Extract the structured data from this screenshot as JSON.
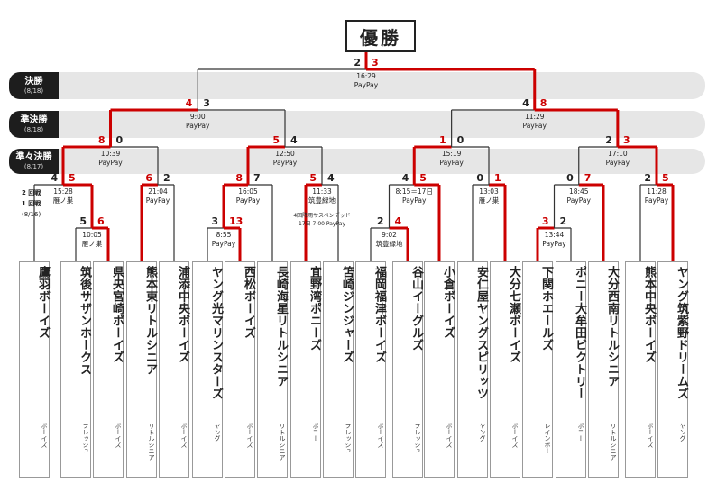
{
  "title": "優勝",
  "rounds": [
    {
      "name": "決勝",
      "date": "(8/18)"
    },
    {
      "name": "準決勝",
      "date": "(8/18)"
    },
    {
      "name": "準々決勝",
      "date": "(8/17)"
    }
  ],
  "early_round_labels": {
    "second": "2 回戦",
    "first": "1 回戦",
    "date": "(8/16)"
  },
  "teams": [
    {
      "name": "鷹羽ボーイズ",
      "league": "ボーイズ"
    },
    {
      "name": "筑後サザンホークス",
      "league": "フレッシュ"
    },
    {
      "name": "県央宮崎ボーイズ",
      "league": "ボーイズ"
    },
    {
      "name": "熊本東リトルシニア",
      "league": "リトルシニア"
    },
    {
      "name": "浦添中央ボーイズ",
      "league": "ボーイズ"
    },
    {
      "name": "ヤング光マリンスターズ",
      "league": "ヤング"
    },
    {
      "name": "西松ボーイズ",
      "league": "ボーイズ"
    },
    {
      "name": "長崎海星リトルシニア",
      "league": "リトルシニア"
    },
    {
      "name": "宜野湾ポニーズ",
      "league": "ポニー"
    },
    {
      "name": "笘崎ジンジャーズ",
      "league": "フレッシュ"
    },
    {
      "name": "福岡福津ボーイズ",
      "league": "ボーイズ"
    },
    {
      "name": "谷山イーグルズ",
      "league": "フレッシュ"
    },
    {
      "name": "小倉ボーイズ",
      "league": "ボーイズ"
    },
    {
      "name": "安仁屋ヤングスピリッツ",
      "league": "ヤング"
    },
    {
      "name": "大分七瀬ボーイズ",
      "league": "ボーイズ"
    },
    {
      "name": "下関ホエールズ",
      "league": "レインボー"
    },
    {
      "name": "ポニー大牟田ビクトリー",
      "league": "ポニー"
    },
    {
      "name": "大分西南リトルシニア",
      "league": "リトルシニア"
    },
    {
      "name": "熊本中央ボーイズ",
      "league": "ボーイズ"
    },
    {
      "name": "ヤング筑紫野ドリームズ",
      "league": "ヤング"
    }
  ],
  "games": {
    "f": {
      "time": "16:29",
      "venue": "PayPay",
      "left": "2",
      "right": "3"
    },
    "sfL": {
      "time": "9:00",
      "venue": "PayPay",
      "left": "4",
      "right": "3"
    },
    "sfR": {
      "time": "11:29",
      "venue": "PayPay",
      "left": "4",
      "right": "8"
    },
    "qf1": {
      "time": "10:39",
      "venue": "PayPay",
      "left": "8",
      "right": "0"
    },
    "qf2": {
      "time": "12:50",
      "venue": "PayPay",
      "left": "5",
      "right": "4"
    },
    "qf3": {
      "time": "15:19",
      "venue": "PayPay",
      "left": "1",
      "right": "0"
    },
    "qf4": {
      "time": "17:10",
      "venue": "PayPay",
      "left": "2",
      "right": "3"
    },
    "r2a": {
      "time": "15:28",
      "venue": "雁ノ巣",
      "left": "4",
      "right": "5"
    },
    "r2b": {
      "time": "21:04",
      "venue": "PayPay",
      "left": "6",
      "right": "2"
    },
    "r2c": {
      "time": "16:05",
      "venue": "PayPay",
      "left": "8",
      "right": "7"
    },
    "r2d": {
      "time": "11:33",
      "venue": "筑豊緑地",
      "left": "5",
      "right": "4",
      "note": "4回降雨サスペンデッド",
      "note2": "17日 7:00 PayPay"
    },
    "r2e": {
      "time": "8:15＝17日",
      "venue": "PayPay",
      "left": "4",
      "right": "5"
    },
    "r2f": {
      "time": "13:03",
      "venue": "雁ノ巣",
      "left": "0",
      "right": "1"
    },
    "r2g": {
      "time": "18:45",
      "venue": "PayPay",
      "left": "0",
      "right": "7"
    },
    "r2h": {
      "time": "11:28",
      "venue": "PayPay",
      "left": "2",
      "right": "5"
    },
    "r1a": {
      "time": "10:05",
      "venue": "雁ノ巣",
      "left": "5",
      "right": "6"
    },
    "r1b": {
      "time": "8:55",
      "venue": "PayPay",
      "left": "3",
      "right": "13"
    },
    "r1c": {
      "time": "9:02",
      "venue": "筑豊緑地",
      "left": "2",
      "right": "4"
    },
    "r1d": {
      "time": "13:44",
      "venue": "PayPay",
      "left": "3",
      "right": "2"
    }
  },
  "colors": {
    "win": "#cc0000",
    "lose": "#333333",
    "band": "#e6e6e6",
    "label_bg": "#1d1d1d"
  }
}
